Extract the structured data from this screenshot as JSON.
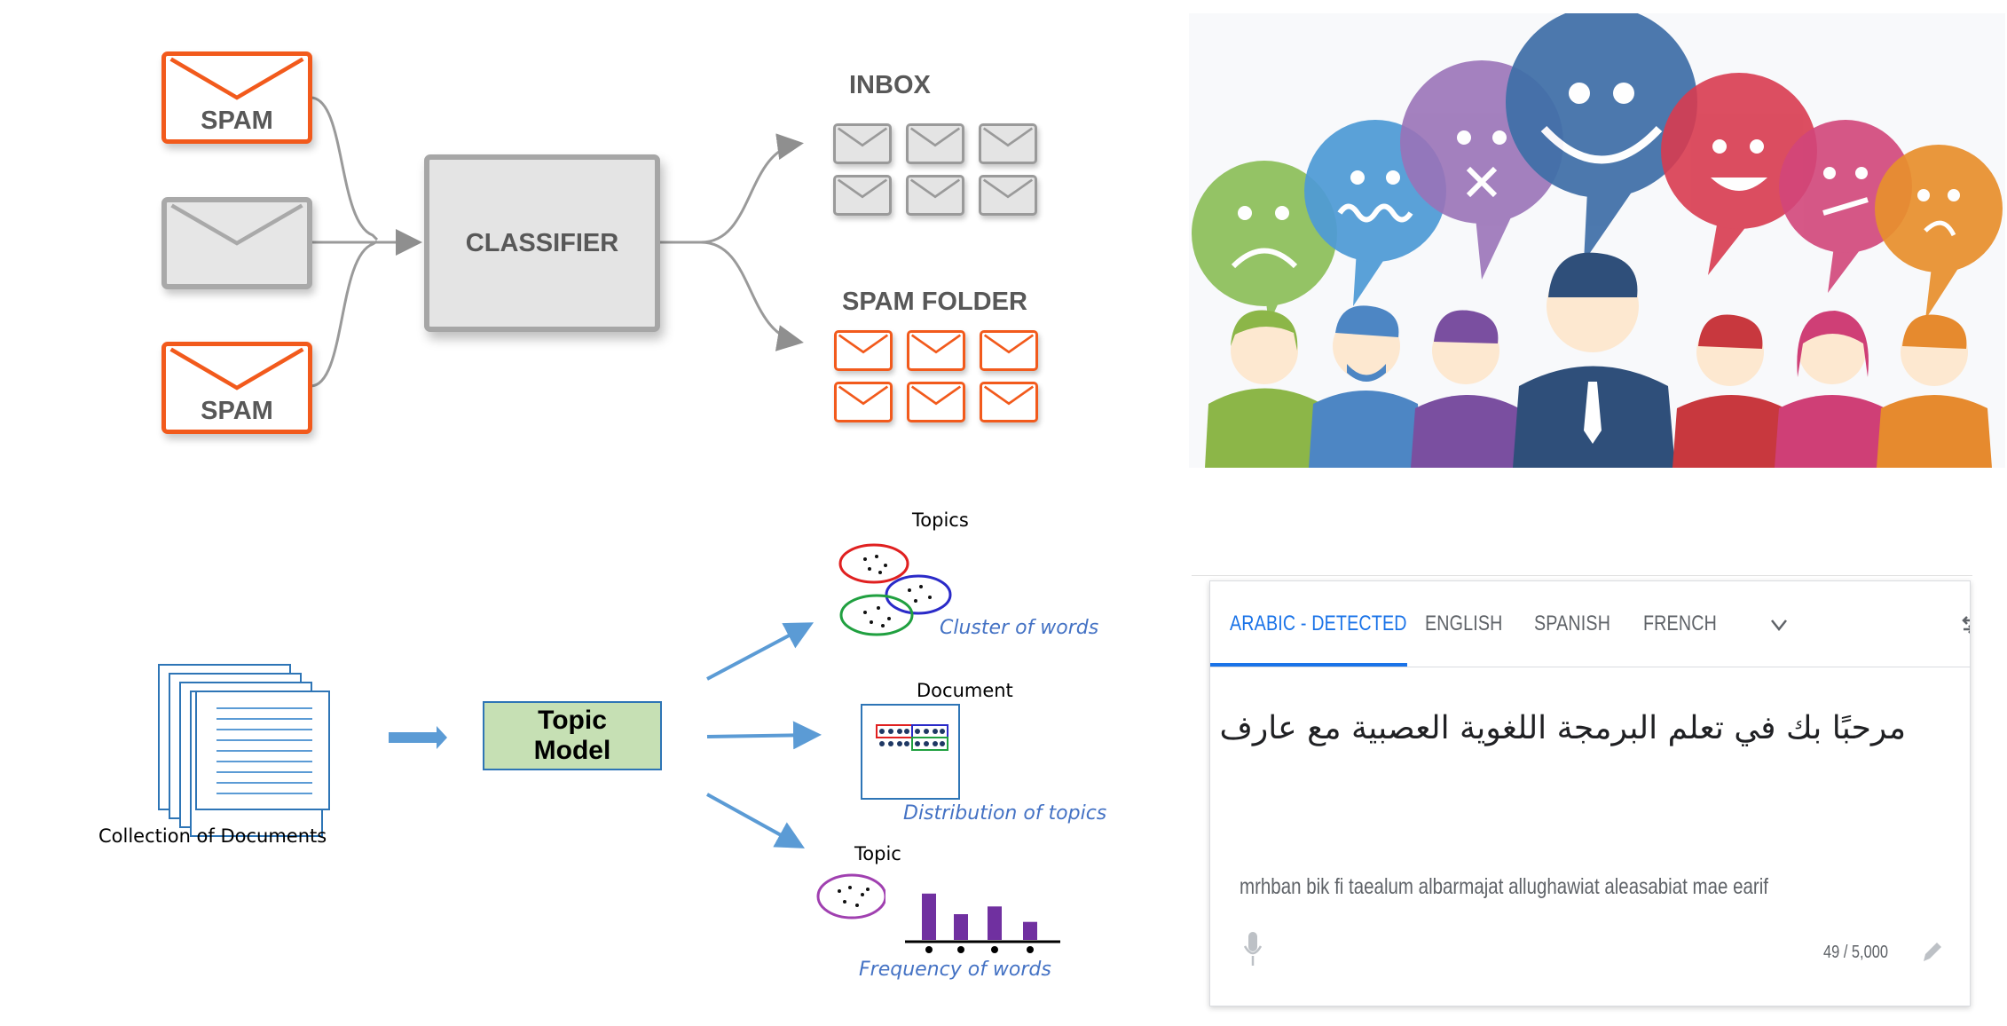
{
  "spam_classifier": {
    "inputs": [
      {
        "label": "SPAM",
        "type": "spam"
      },
      {
        "label": "",
        "type": "plain"
      },
      {
        "label": "SPAM",
        "type": "spam"
      }
    ],
    "classifier_label": "CLASSIFIER",
    "inbox_label": "INBOX",
    "spam_folder_label": "SPAM FOLDER",
    "colors": {
      "spam": "#f25a1c",
      "neutral": "#a9a9a9",
      "text": "#585858"
    }
  },
  "sentiment_illustration": {
    "bubbles": [
      {
        "emotion": "sad",
        "color": "#8dbf5a"
      },
      {
        "emotion": "wavy-unsure",
        "color": "#4f9bd6"
      },
      {
        "emotion": "dizzy",
        "color": "#9a73b8"
      },
      {
        "emotion": "happy",
        "color": "#3f6fa8"
      },
      {
        "emotion": "grinning",
        "color": "#d83b50"
      },
      {
        "emotion": "neutral",
        "color": "#d2467a"
      },
      {
        "emotion": "confused",
        "color": "#e8902e"
      }
    ],
    "people_colors": [
      "#8cb648",
      "#4d86c4",
      "#7a4fa0",
      "#2f4f7a",
      "#c8383e",
      "#cf3f76",
      "#e68a2e"
    ]
  },
  "topic_model": {
    "collection_label": "Collection of Documents",
    "model_label_line1": "Topic",
    "model_label_line2": "Model",
    "outputs": [
      {
        "title": "Topics",
        "caption": "Cluster of words"
      },
      {
        "title": "Document",
        "caption": "Distribution of topics"
      },
      {
        "title": "Topic",
        "caption": "Frequency of words"
      }
    ],
    "frequency_bars": [
      0.9,
      0.5,
      0.65,
      0.35
    ]
  },
  "translate_widget": {
    "tabs": [
      "ARABIC - DETECTED",
      "ENGLISH",
      "SPANISH",
      "FRENCH"
    ],
    "active_tab": "ARABIC - DETECTED",
    "more_languages_icon": "chevron-down-icon",
    "swap_icon": "swap-icon",
    "source_text": "مرحبًا بك في تعلم البرمجة اللغوية العصبية مع عارف",
    "transliteration": "mrhban bik fi taealum albarmajat allughawiat aleasabiat mae earif",
    "char_count": "49 / 5,000",
    "mic_icon": "mic-icon",
    "edit_icon": "pencil-icon",
    "accent_color": "#1a73e8"
  }
}
